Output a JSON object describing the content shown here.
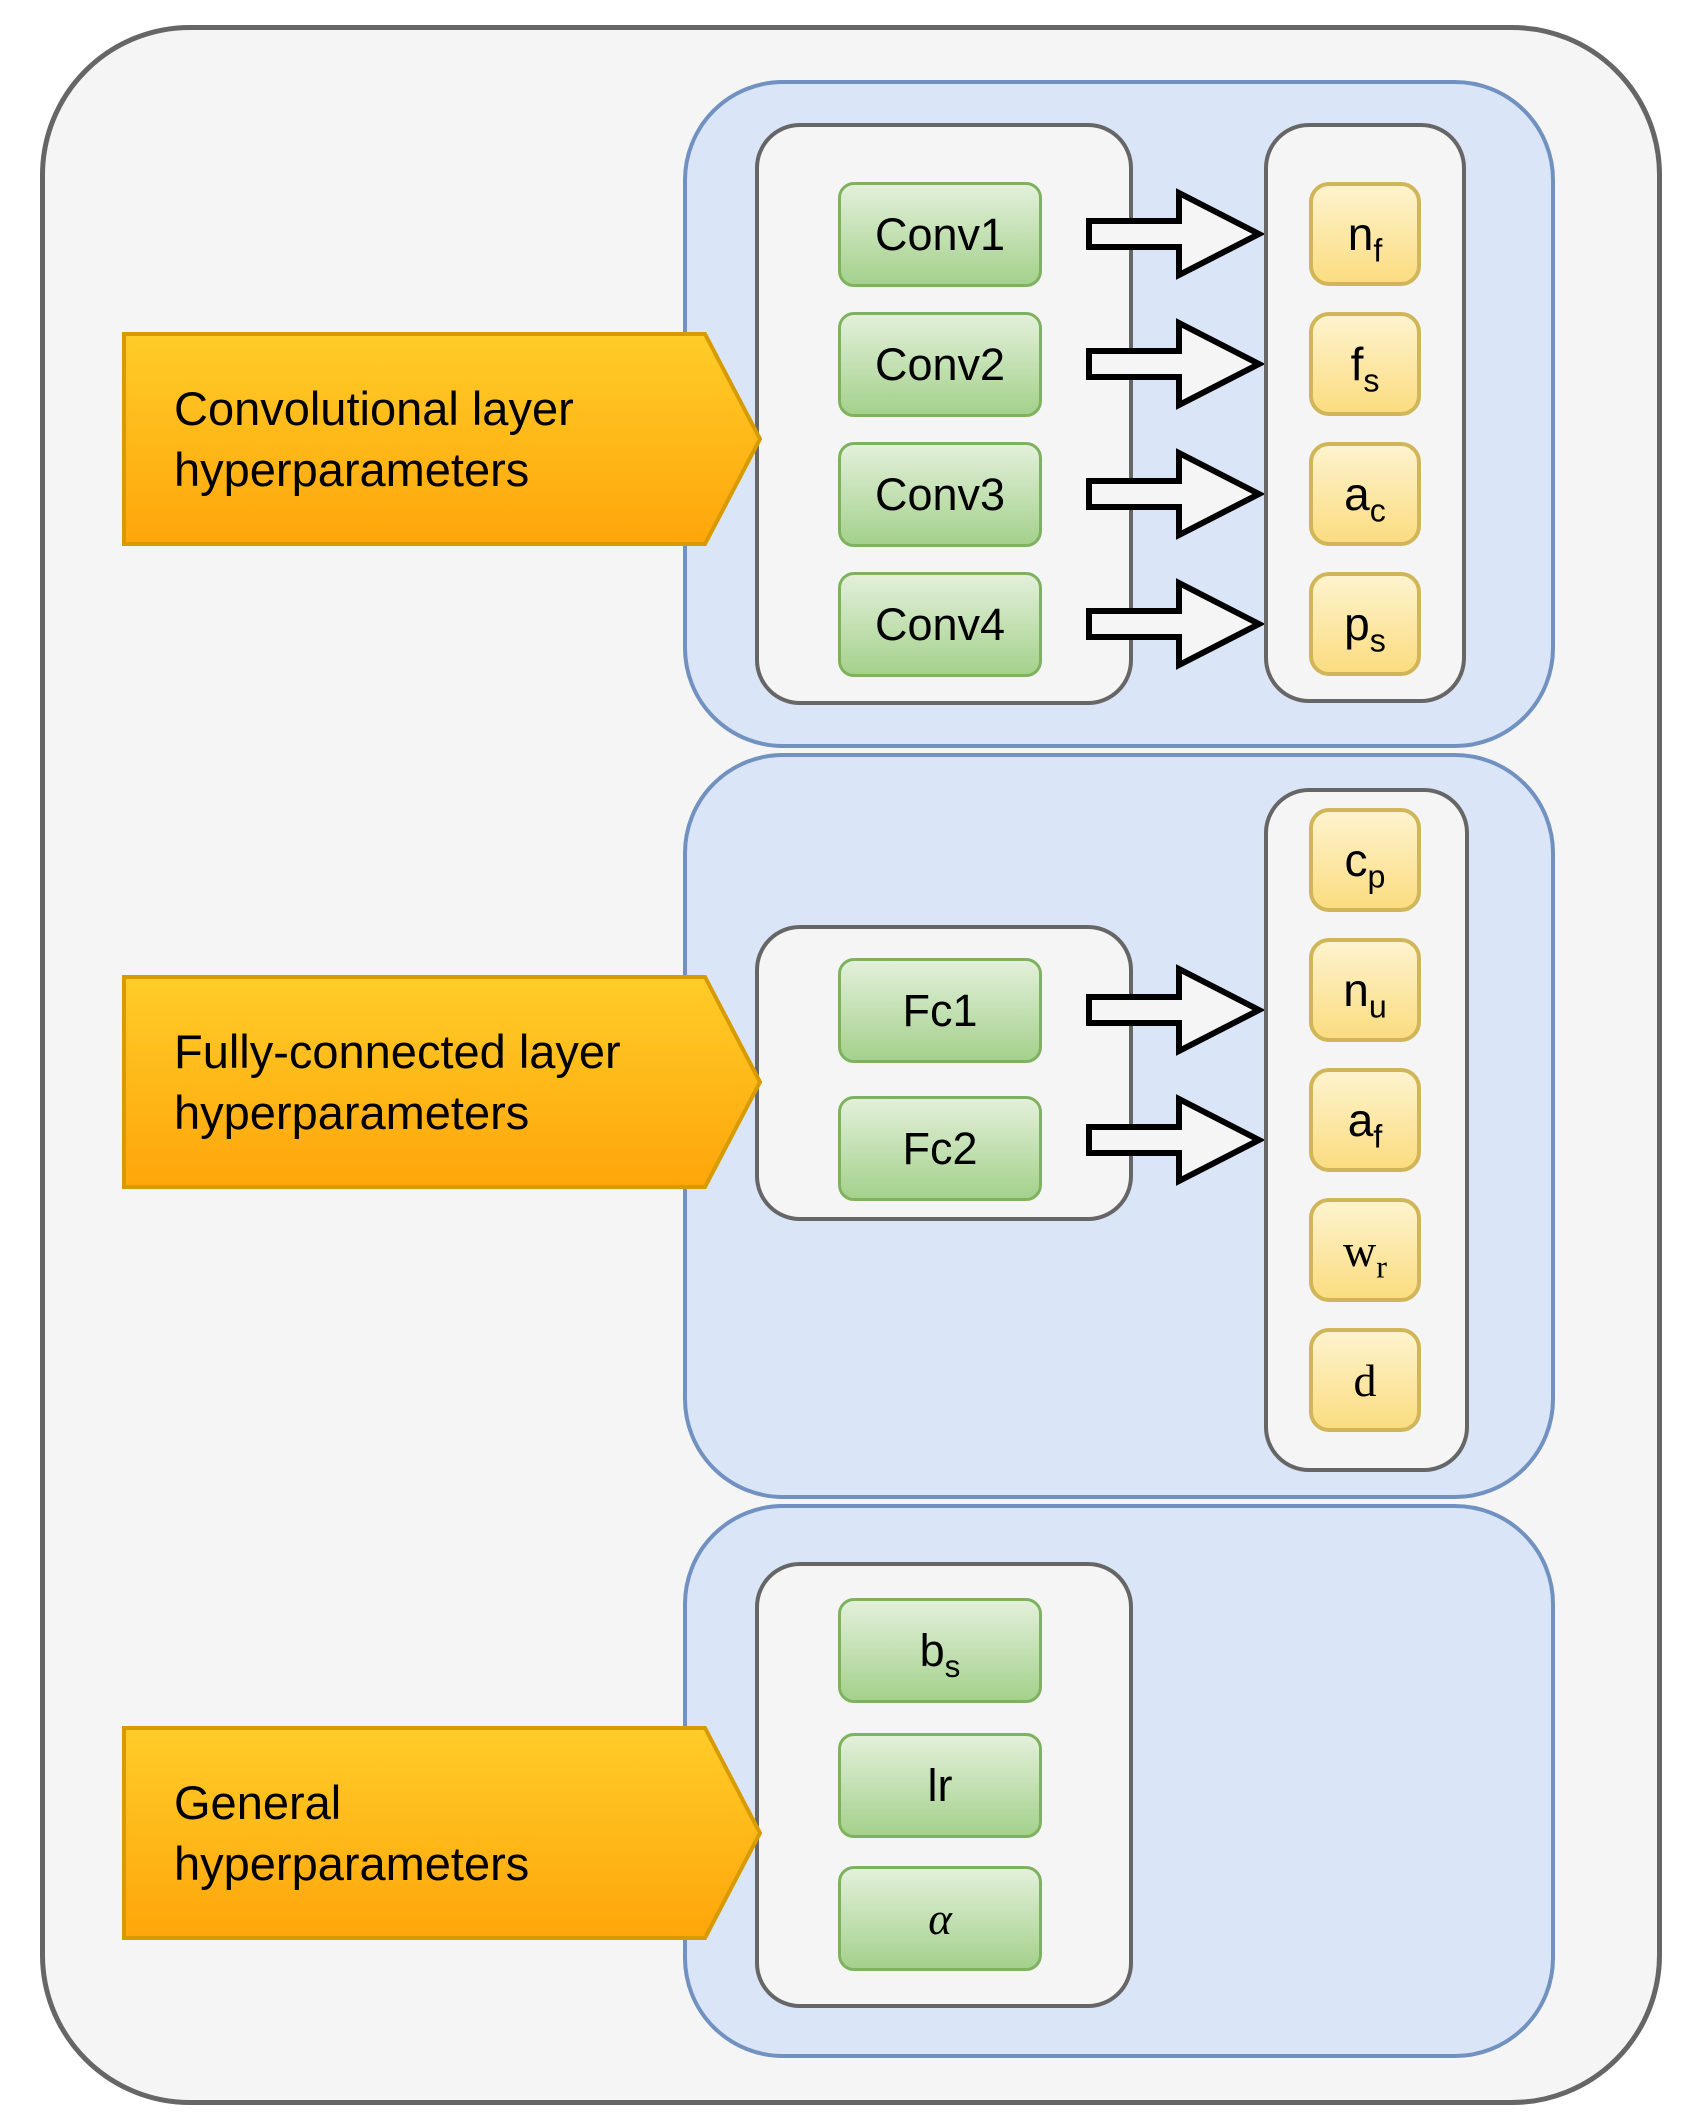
{
  "sections": [
    {
      "id": "conv",
      "label": {
        "line1": "Convolutional layer",
        "line2": "hyperparameters"
      },
      "layers": [
        "Conv1",
        "Conv2",
        "Conv3",
        "Conv4"
      ],
      "params": [
        {
          "base": "n",
          "sub": "f"
        },
        {
          "base": "f",
          "sub": "s"
        },
        {
          "base": "a",
          "sub": "c"
        },
        {
          "base": "p",
          "sub": "s"
        }
      ]
    },
    {
      "id": "fc",
      "label": {
        "line1": "Fully-connected layer",
        "line2": "hyperparameters"
      },
      "layers": [
        "Fc1",
        "Fc2"
      ],
      "params": [
        {
          "base": "c",
          "sub": "p"
        },
        {
          "base": "n",
          "sub": "u"
        },
        {
          "base": "a",
          "sub": "f"
        },
        {
          "base": "w",
          "sub": "r"
        },
        {
          "base": "d",
          "sub": ""
        }
      ]
    },
    {
      "id": "general",
      "label": {
        "line1": "General",
        "line2": "hyperparameters"
      },
      "layers": [],
      "params": [
        {
          "base": "b",
          "sub": "s"
        },
        {
          "base": "lr",
          "sub": ""
        },
        {
          "base": "α",
          "sub": ""
        }
      ]
    }
  ],
  "colors": {
    "outer_fill": "#f5f5f5",
    "outer_stroke": "#666666",
    "section_fill": "#dae5f7",
    "section_stroke": "#7191c1",
    "panel_fill": "#f5f5f5",
    "panel_stroke": "#666666",
    "green_fill_top": "#e3f0da",
    "green_fill_bottom": "#a4d18c",
    "green_stroke": "#7fb25e",
    "yellow_fill_top": "#fdf3cd",
    "yellow_fill_bottom": "#fbdc80",
    "yellow_stroke": "#d0b659",
    "orange_fill_top": "#ffcd28",
    "orange_fill_bottom": "#ffa50a",
    "orange_stroke": "#d79b00",
    "arrow_fill": "#f5f5f5",
    "arrow_stroke": "#000000"
  }
}
